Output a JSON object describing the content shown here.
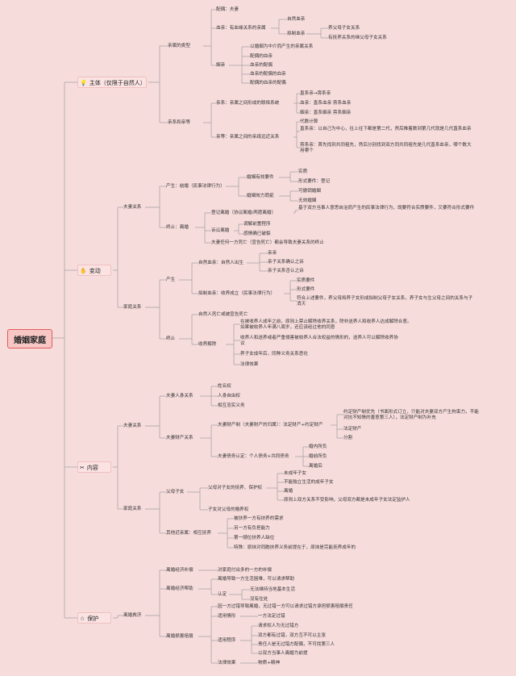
{
  "root": {
    "label": "婚姻家庭"
  },
  "colors": {
    "background": "#f7dcdc",
    "line": "#9e9e9e",
    "root_border": "#e25a5a",
    "root_fill": "#f7c7c6"
  },
  "branches": {
    "subject": {
      "label": "主体（仅限于自然人）",
      "icon": "bulb-icon",
      "spouse_types": {
        "label": "亲属的类型",
        "spouse": "配偶：夫妻",
        "blood": {
          "label": "血亲：有血缘关系的亲属",
          "natural": "自然血亲",
          "legal": "拟制血亲",
          "legal_items": [
            "养父母子女关系",
            "有抚养关系的继父母子女关系"
          ]
        },
        "inlaw": {
          "label": "姻亲",
          "items": [
            "以婚姻为中介而产生的亲属关系",
            "配偶的血亲",
            "血亲的配偶",
            "血亲的配偶的血亲",
            "配偶的血亲的配偶"
          ]
        }
      },
      "kinship": {
        "label": "亲系和亲等",
        "system": {
          "label": "亲系：亲属之间形成的联络系统",
          "items": [
            "直系亲→旁系亲",
            "血亲：直系血亲 旁系血亲",
            "姻亲：直系姻亲 旁系姻亲"
          ]
        },
        "degree": {
          "label": "亲等：亲属之间的亲疏远近关系",
          "items": [
            "代数计算",
            "直系亲：以自己为中心，往上往下都是第二代，然后推着数到第几代就是几代直系血亲",
            "旁系亲：首先找到共同祖先，然后分别找到双方同共同祖先是几代直系血亲，哪个数大用哪个"
          ]
        }
      }
    },
    "change": {
      "label": "变动",
      "icon": "hand-icon",
      "spouse_rel": {
        "label": "夫妻关系",
        "produce": {
          "label": "产生：结婚（民事法律行为）",
          "valid": {
            "label": "婚姻有效要件",
            "items": [
              "实质",
              "形式要件：登记"
            ]
          },
          "effect": {
            "label": "婚姻效力瑕疵",
            "items": [
              "可撤销婚姻",
              "无效婚姻"
            ]
          }
        },
        "end": {
          "label": "终止：离婚",
          "agree": {
            "label": "登记离婚（协议离婚/两愿离婚）",
            "note": "基于双方当事人意思自治而产生的民事法律行为，既要符合实质要件，又要符合形式要件"
          },
          "lawsuit": {
            "label": "诉讼离婚",
            "items": [
              "调解前置程序",
              "感情确已破裂"
            ]
          },
          "death": "夫妻任何一方死亡（宣告死亡）都会导致夫妻关系的终止"
        }
      },
      "family_rel": {
        "label": "家庭关系",
        "produce": {
          "label": "产生",
          "natural": {
            "label": "自然血亲：自然人出生",
            "items": [
              "亲亲",
              "亲子关系确认之诉",
              "亲子关系否认之诉"
            ]
          },
          "legal": {
            "label": "拟制血亲：收养成立（民事法律行为）",
            "items": [
              "实质要件",
              "形式要件",
              "符合上述要件，养父母和养子女形成拟制父母子女关系，养子女与生父母之间的关系与子消灭"
            ]
          }
        },
        "end": {
          "label": "终止",
          "death": "自然人死亡或被宣告死亡",
          "adopt_end": {
            "label": "收养解除",
            "items": [
              "在被收养人成年之前，原则上禁止解除收养关系，除非送养人和收养人达成解除合意。如果被收养人年满八周岁，还应该经过他的同意",
              "收养人和送养或者严重侵害被收养人合法权益的情形的，送养人可以解除收养协议",
              "养子女成年后，同种义务关系恶化",
              "法律效果"
            ]
          }
        }
      }
    },
    "content": {
      "label": "内容",
      "icon": "tools-icon",
      "spouse_rel": {
        "label": "夫妻关系",
        "personal": {
          "label": "夫妻人身关系",
          "items": [
            "姓名权",
            "人身自由权",
            "相互忠实义务"
          ]
        },
        "property": {
          "label": "夫妻财产关系",
          "system": {
            "label": "夫妻财产制（夫妻财产的归属）：法定财产+约定财产",
            "items": [
              "约定财产制优先（书面形式订立，只能对夫妻双方产生拘束力，不能对抗不知情的善意第三人），法定财产制为补充",
              "法定财产",
              "分割"
            ]
          },
          "debt": {
            "label": "夫妻债务认定：个人债务+共同债务",
            "items": [
              "婚内所负",
              "婚前所负",
              "离婚后"
            ]
          }
        }
      },
      "family_rel": {
        "label": "家庭关系",
        "parents": {
          "label": "父母子女",
          "duty": {
            "label": "父母对子女的抚养、保护权",
            "items": [
              "未成年子女",
              "不能独立生活的成年子女",
              "离婚",
              "原则上双方关系不受影响，父母双方都是未成年子女法定监护人"
            ]
          },
          "support": "子女对父母的赡养权"
        },
        "relatives": {
          "label": "其他近亲属：相互抚养",
          "items": [
            "被扶养一方有扶养的需求",
            "另一方有负担能力",
            "第一顺位扶养人缺位",
            "特殊：原抹对同胞扶养义务前提在于，原抹是完能抚养成年的"
          ]
        }
      }
    },
    "protect": {
      "label": "保护",
      "icon": "star-icon",
      "relief": {
        "label": "离婚救济",
        "compensation": {
          "label": "离婚经济补偿",
          "note": "对家庭付出多的一方的补偿"
        },
        "help": {
          "label": "离婚经济帮助",
          "note": "离婚导致一方生活困难，可以请求帮助",
          "identify": {
            "label": "认定",
            "items": [
              "无法维持当地基本生活",
              "没有住处"
            ]
          }
        },
        "damages": {
          "label": "离婚损害赔偿",
          "rule": "因一方过错导致离婚，无过错一方可以请求过错方承担损害赔偿责任",
          "scope": {
            "label": "适用情形",
            "note": "一方法定过错"
          },
          "procedure": {
            "label": "适用程序",
            "items": [
              "请求权人为无过错方",
              "双方都有过错，双方互不可以主张",
              "责任人是无过错方配偶，不可找第三人",
              "以双方当事人离婚为前提"
            ]
          },
          "effect": {
            "label": "法律效果",
            "note": "物质+精神"
          }
        }
      }
    }
  }
}
